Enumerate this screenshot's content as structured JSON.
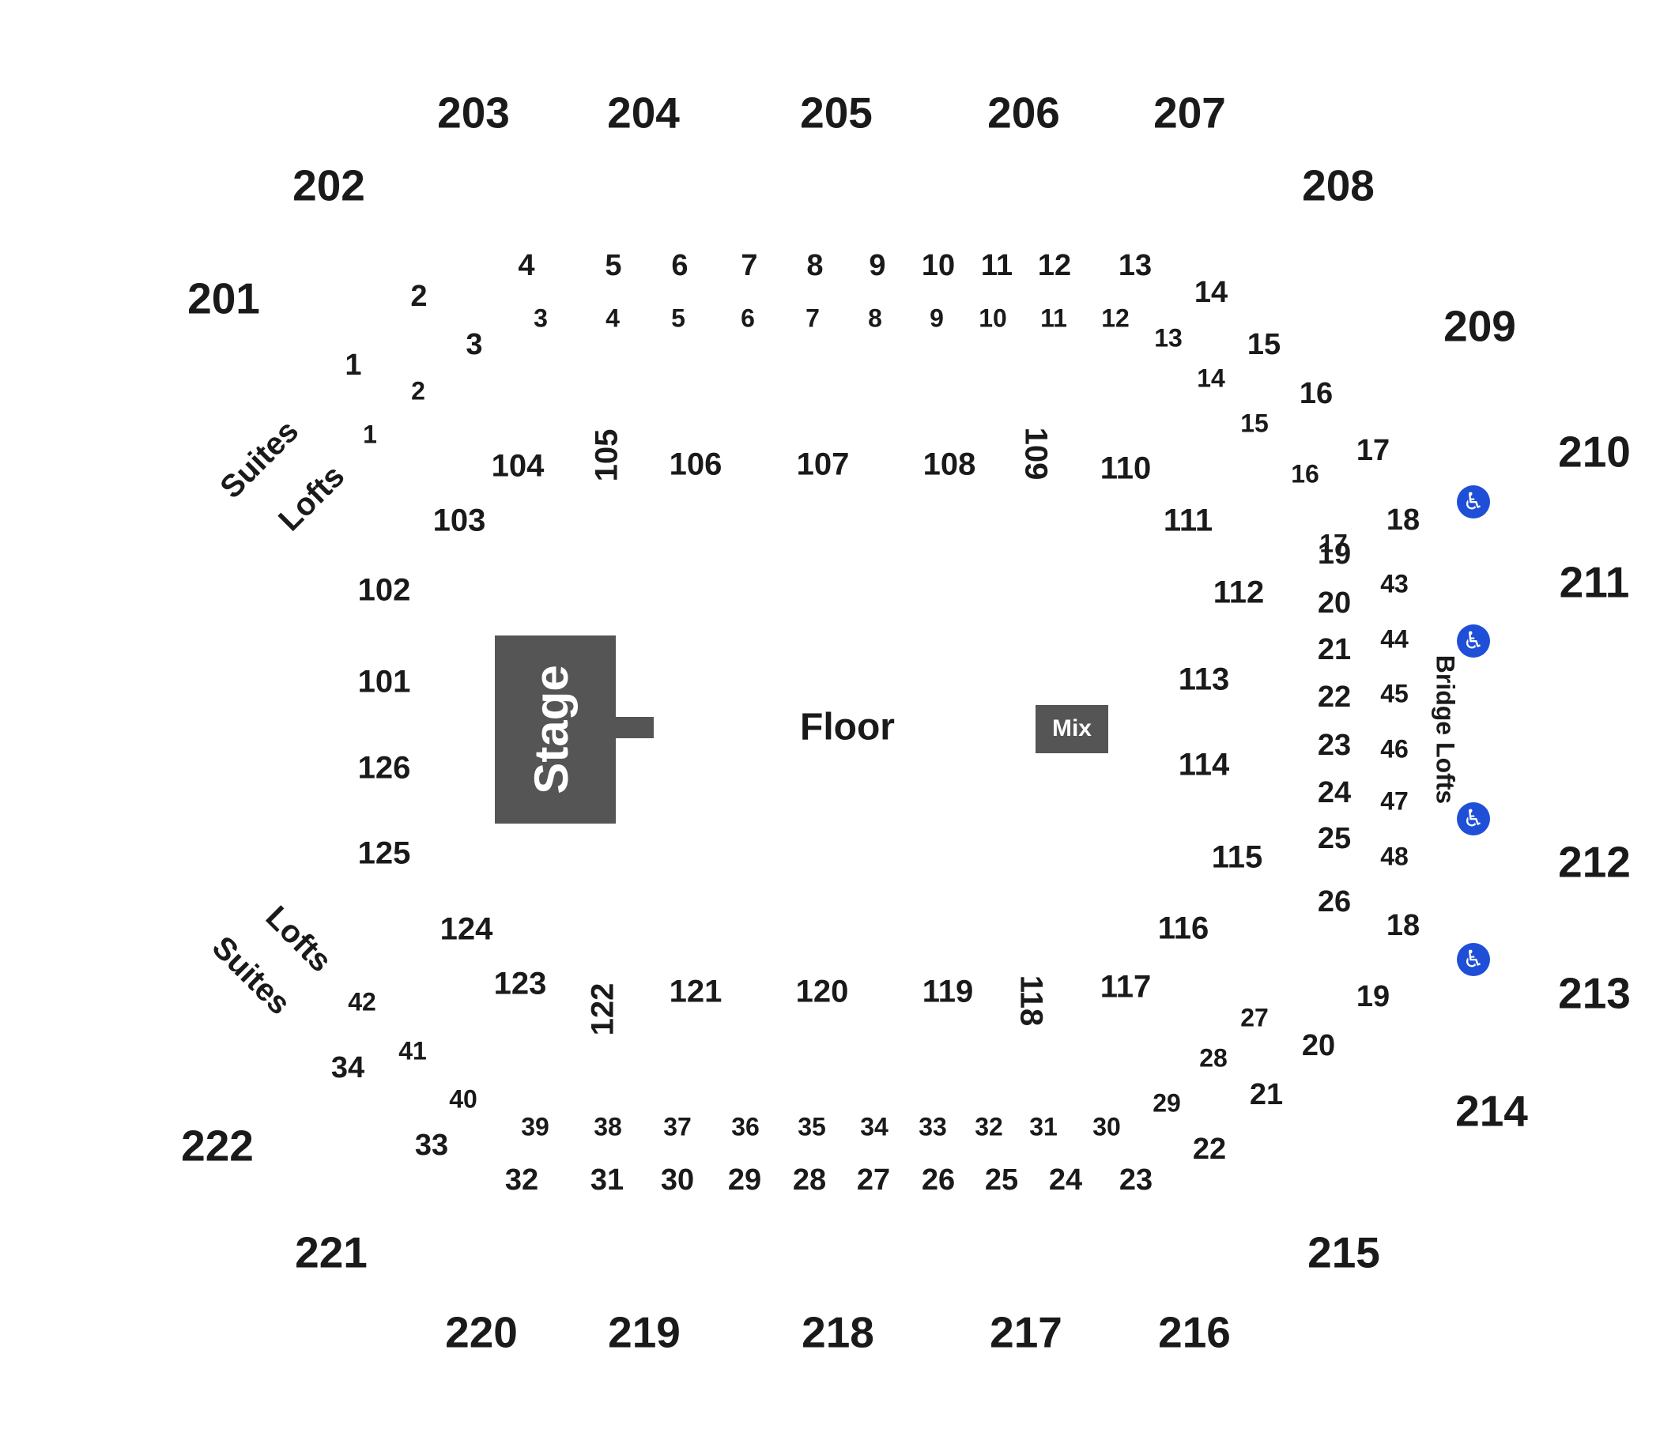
{
  "stage": {
    "label": "Stage"
  },
  "floor": {
    "label": "Floor"
  },
  "mix": {
    "label": "Mix"
  },
  "areas": {
    "suites_top": "Suites",
    "lofts_top": "Lofts",
    "lofts_bottom": "Lofts",
    "suites_bottom": "Suites",
    "bridge_lofts": "Bridge Lofts"
  },
  "upper_sections": [
    "201",
    "202",
    "203",
    "204",
    "205",
    "206",
    "207",
    "208",
    "209",
    "210",
    "211",
    "212",
    "213",
    "214",
    "215",
    "216",
    "217",
    "218",
    "219",
    "220",
    "221",
    "222"
  ],
  "lower_sections": [
    "101",
    "102",
    "103",
    "104",
    "105",
    "106",
    "107",
    "108",
    "109",
    "110",
    "111",
    "112",
    "113",
    "114",
    "115",
    "116",
    "117",
    "118",
    "119",
    "120",
    "121",
    "122",
    "123",
    "124",
    "125",
    "126"
  ],
  "boxes_top_outer": [
    "1",
    "2",
    "3",
    "4",
    "5",
    "6",
    "7",
    "8",
    "9",
    "10",
    "11",
    "12",
    "13",
    "14",
    "15",
    "16",
    "17",
    "18",
    "19",
    "20",
    "21",
    "22",
    "23",
    "24",
    "25",
    "26"
  ],
  "boxes_top_inner": [
    "1",
    "2",
    "3",
    "4",
    "5",
    "6",
    "7",
    "8",
    "9",
    "10",
    "11",
    "12",
    "13",
    "14",
    "15",
    "16",
    "17"
  ],
  "boxes_bridge": [
    "43",
    "44",
    "45",
    "46",
    "47",
    "48"
  ],
  "boxes_right_outer": [
    "18",
    "19",
    "20",
    "21",
    "22",
    "23"
  ],
  "boxes_bottom_inner": [
    "42",
    "41",
    "40",
    "39",
    "38",
    "37",
    "36",
    "35",
    "34",
    "33",
    "32",
    "31",
    "30",
    "29",
    "28",
    "27"
  ],
  "boxes_bottom_outer": [
    "34",
    "33",
    "32",
    "31",
    "30",
    "29",
    "28",
    "27",
    "26",
    "25",
    "24"
  ],
  "accessibility": {
    "icon": "wheelchair-icon",
    "count": 4,
    "color": "#1e4fd6"
  },
  "colors": {
    "stage": "#555555",
    "mix": "#555555",
    "text": "#1a1a1a",
    "background": "#ffffff"
  }
}
